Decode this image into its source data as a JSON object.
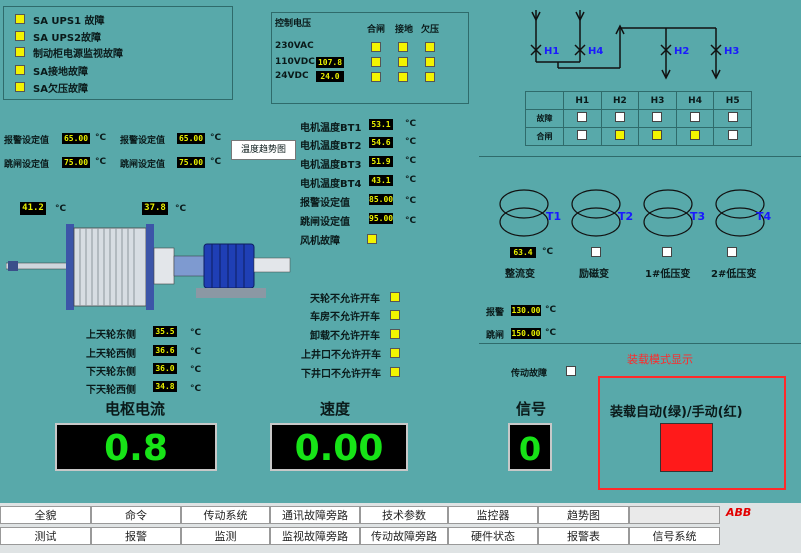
{
  "alarms": [
    "SA UPS1 故障",
    "SA UPS2故障",
    "制动柜电源监视故障",
    "SA接地故障",
    "SA欠压故障"
  ],
  "control_voltage": {
    "title": "控制电压",
    "col_headers": [
      "合闸",
      "接地",
      "欠压"
    ],
    "rows": [
      {
        "label": "230VAC",
        "value": ""
      },
      {
        "label": "110VDC",
        "value": "107.8"
      },
      {
        "label": "24VDC",
        "value": "24.0"
      }
    ]
  },
  "switch_table": {
    "headers": [
      "H1",
      "H2",
      "H3",
      "H4",
      "H5"
    ],
    "rows": [
      {
        "label": "故障",
        "states": [
          "white",
          "white",
          "white",
          "white",
          "white"
        ]
      },
      {
        "label": "合闸",
        "states": [
          "white",
          "yellow",
          "yellow",
          "yellow",
          "white"
        ]
      }
    ]
  },
  "one_line": {
    "labels": [
      "H1",
      "H4",
      "H2",
      "H3"
    ]
  },
  "left_settings": [
    {
      "label": "报警设定值",
      "value": "65.00",
      "unit": "°C"
    },
    {
      "label": "跳闸设定值",
      "value": "75.00",
      "unit": "°C"
    },
    {
      "label": "报警设定值",
      "value": "65.00",
      "unit": "°C"
    },
    {
      "label": "跳闸设定值",
      "value": "75.00",
      "unit": "°C"
    }
  ],
  "trend_button": "温度趋势图",
  "motor_temps": [
    {
      "label": "电机温度BT1",
      "value": "53.1",
      "unit": "°C"
    },
    {
      "label": "电机温度BT2",
      "value": "54.6",
      "unit": "°C"
    },
    {
      "label": "电机温度BT3",
      "value": "51.9",
      "unit": "°C"
    },
    {
      "label": "电机温度BT4",
      "value": "43.1",
      "unit": "°C"
    },
    {
      "label": "报警设定值",
      "value": "85.00",
      "unit": "°C"
    },
    {
      "label": "跳闸设定值",
      "value": "95.00",
      "unit": "°C"
    }
  ],
  "fan_fault": "风机故障",
  "drum_temps": {
    "left": "41.2",
    "right": "37.8",
    "unit": "°C"
  },
  "wheel_temps": [
    {
      "label": "上天轮东侧",
      "value": "35.5",
      "unit": "°C"
    },
    {
      "label": "上天轮西侧",
      "value": "36.6",
      "unit": "°C"
    },
    {
      "label": "下天轮东侧",
      "value": "36.0",
      "unit": "°C"
    },
    {
      "label": "下天轮西侧",
      "value": "34.8",
      "unit": "°C"
    }
  ],
  "interlocks": [
    "天轮不允许开车",
    "车房不允许开车",
    "卸载不允许开车",
    "上井口不允许开车",
    "下井口不允许开车"
  ],
  "transformers": {
    "labels": [
      "T1",
      "T2",
      "T3",
      "T4"
    ],
    "names": [
      "整流变",
      "励磁变",
      "1#低压变",
      "2#低压变"
    ],
    "temp_value": "63.4",
    "unit": "°C"
  },
  "transformer_settings": [
    {
      "label": "报警",
      "value": "130.00",
      "unit": "°C"
    },
    {
      "label": "跳闸",
      "value": "150.00",
      "unit": "°C"
    }
  ],
  "drive_fault": "传动故障",
  "big_displays": {
    "armature_current": {
      "label": "电枢电流",
      "value": "0.8"
    },
    "speed": {
      "label": "速度",
      "value": "0.00"
    },
    "signal": {
      "label": "信号",
      "value": "0"
    }
  },
  "load_mode": {
    "caption": "装载模式显示",
    "title": "装载自动(绿)/手动(红)",
    "indicator_color": "#ff1a1a"
  },
  "nav_row1": [
    "全貌",
    "命令",
    "传动系统",
    "通讯故障旁路",
    "技术参数",
    "监控器",
    "趋势图",
    "",
    ""
  ],
  "nav_row2": [
    "测试",
    "报警",
    "监测",
    "监视故障旁路",
    "传动故障旁路",
    "硬件状态",
    "报警表",
    "信号系统"
  ],
  "logo": "ABB",
  "colors": {
    "background": "#58a9aa",
    "value_text": "#e8f000",
    "big_value": "#17e317",
    "alarm_red": "#ff1a1a"
  }
}
